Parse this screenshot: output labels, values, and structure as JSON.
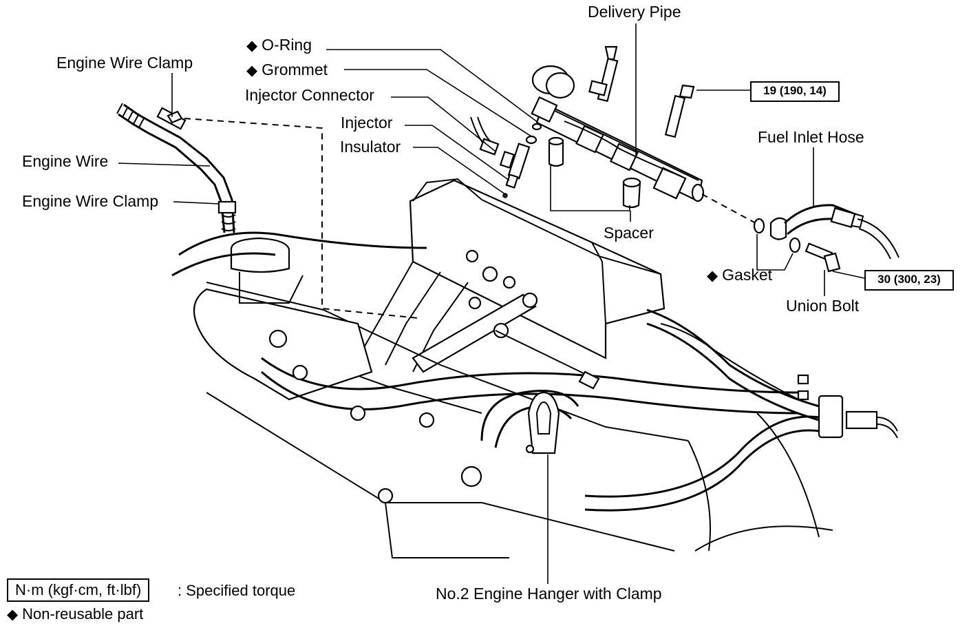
{
  "labels": {
    "delivery_pipe": "Delivery Pipe",
    "o_ring": "O-Ring",
    "grommet": "Grommet",
    "injector_connector": "Injector Connector",
    "injector": "Injector",
    "insulator": "Insulator",
    "engine_wire_clamp_top": "Engine Wire Clamp",
    "engine_wire": "Engine Wire",
    "engine_wire_clamp_lower": "Engine Wire Clamp",
    "spacer": "Spacer",
    "fuel_inlet_hose": "Fuel Inlet Hose",
    "gasket": "Gasket",
    "union_bolt": "Union Bolt",
    "engine_hanger": "No.2 Engine Hanger with Clamp"
  },
  "torque": {
    "delivery_pipe_bolt": "19 (190, 14)",
    "union_bolt": "30 (300, 23)"
  },
  "legend": {
    "torque_box": "N·m (kgf·cm, ft·lbf)",
    "torque_text": ": Specified torque",
    "nonreusable_text": "Non-reusable part"
  },
  "symbols": {
    "non_reusable": "◆"
  }
}
